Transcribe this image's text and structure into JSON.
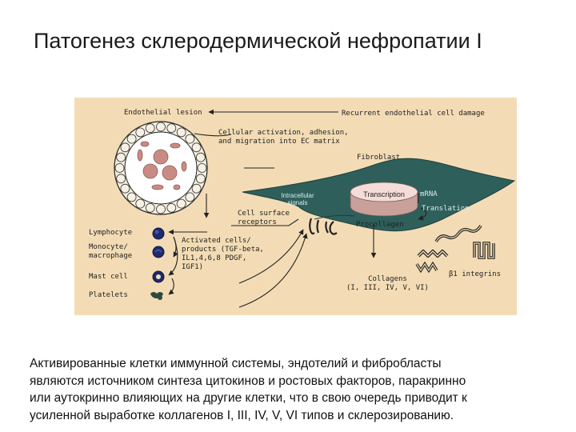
{
  "slide": {
    "title": "Патогенез склеродермической нефропатии I"
  },
  "diagram": {
    "endothelial_lesion": "Endothelial lesion",
    "recurrent_damage": "Recurrent endothelial cell damage",
    "cellular_activation": [
      "Cellular activation, adhesion,",
      "and migration into EC matrix"
    ],
    "fibroblast": "Fibroblast",
    "intracellular_signals": [
      "Intracellular",
      "signals"
    ],
    "transcription": "Transcription",
    "mrna": "mRNA",
    "translation": "Translation",
    "cell_surface_receptors": [
      "Cell surface",
      "receptors"
    ],
    "procollagen": "Procollagen",
    "lymphocyte": "Lymphocyte",
    "monocyte": [
      "Monocyte/",
      "macrophage"
    ],
    "mast_cell": "Mast cell",
    "platelets": "Platelets",
    "activated_cells": [
      "Activated cells/",
      "products (TGF-beta,",
      "IL1,4,6,8 PDGF,",
      "IGF1)"
    ],
    "collagens": [
      "Collagens",
      "(I, III, IV, V, VI)"
    ],
    "integrins": "β1 integrins"
  },
  "caption": [
    "Активированные клетки иммунной системы, эндотелий и фибробласты",
    "являются источником синтеза цитокинов и ростовых факторов, паракринно",
    "или аутокринно влияющих на другие клетки, что в свою очередь приводит к",
    "усиленной выработке коллагенов I, III, IV, V, VI типов и склерозированию."
  ],
  "colors": {
    "panel": "#f3dcb5",
    "fibroblast": "#2e5f5b",
    "disc_top": "#f4dcd8",
    "disc_side": "#c9a09a",
    "blood_cell": "#c98c84",
    "immune_cell": "#1e2a6b"
  }
}
